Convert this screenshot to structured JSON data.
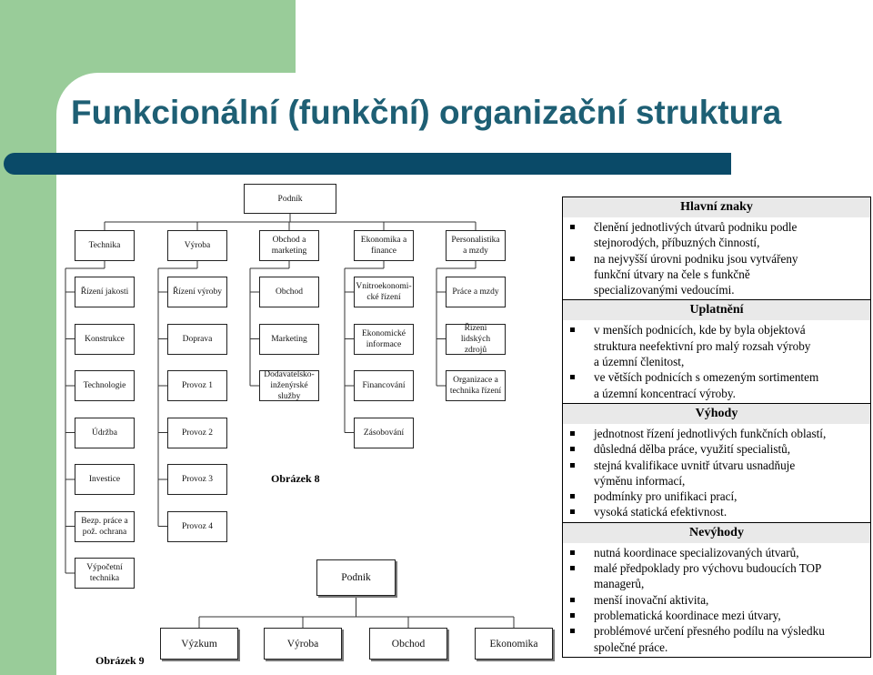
{
  "slide": {
    "title": "Funkcionální (funkční) organizační struktura",
    "colors": {
      "title": "#1e5f74",
      "accent_bar": "#0a4a68",
      "green_block": "#99cc99"
    }
  },
  "figure8": {
    "caption": "Obrázek 8",
    "root": "Podník",
    "columns": [
      {
        "head": [
          "Technika"
        ],
        "items": [
          [
            "Řízení jakosti"
          ],
          [
            "Konstrukce"
          ],
          [
            "Technologie"
          ],
          [
            "Údržba"
          ],
          [
            "Investice"
          ],
          [
            "Bezp. práce a",
            "pož. ochrana"
          ],
          [
            "Výpočetní",
            "technika"
          ]
        ]
      },
      {
        "head": [
          "Výroba"
        ],
        "items": [
          [
            "Řízení výroby"
          ],
          [
            "Doprava"
          ],
          [
            "Provoz 1"
          ],
          [
            "Provoz 2"
          ],
          [
            "Provoz 3"
          ],
          [
            "Provoz 4"
          ]
        ]
      },
      {
        "head": [
          "Obchod a",
          "marketing"
        ],
        "items": [
          [
            "Obchod"
          ],
          [
            "Marketing"
          ],
          [
            "Dodavatelsko-",
            "inženýrské",
            "služby"
          ]
        ]
      },
      {
        "head": [
          "Ekonomika a",
          "finance"
        ],
        "items": [
          [
            "Vnitroekonomi-",
            "cké řízení"
          ],
          [
            "Ekonomické",
            "informace"
          ],
          [
            "Financování"
          ],
          [
            "Zásobování"
          ]
        ]
      },
      {
        "head": [
          "Personalistika",
          "a mzdy"
        ],
        "items": [
          [
            "Práce a mzdy"
          ],
          [
            "Řízení",
            "lidských",
            "zdrojů"
          ],
          [
            "Organizace a",
            "technika řízení"
          ]
        ]
      }
    ]
  },
  "figure9": {
    "caption": "Obrázek 9",
    "root": "Podnik",
    "children": [
      "Výzkum",
      "Výroba",
      "Obchod",
      "Ekonomika"
    ]
  },
  "properties": {
    "sections": [
      {
        "title": "Hlavní znaky",
        "items": [
          [
            "členění jednotlivých útvarů podniku podle",
            "stejnorodých, příbuzných činností,"
          ],
          [
            "na nejvyšší úrovni podniku jsou vytvářeny",
            "funkční útvary na čele s funkčně",
            "specializovanými vedoucími."
          ]
        ]
      },
      {
        "title": "Uplatnění",
        "items": [
          [
            "v menších podnicích, kde by byla objektová",
            "struktura neefektivní pro malý rozsah výroby",
            "a územní členitost,"
          ],
          [
            "ve větších podnicích s omezeným sortimentem",
            "a územní koncentrací výroby."
          ]
        ]
      },
      {
        "title": "Výhody",
        "items": [
          [
            "jednotnost řízení jednotlivých funkčních oblastí,"
          ],
          [
            "důsledná dělba práce, využití specialistů,"
          ],
          [
            "stejná kvalifikace  uvnitř útvaru usnadňuje",
            "výměnu informací,"
          ],
          [
            "podmínky pro unifikaci prací,"
          ],
          [
            "vysoká statická efektivnost."
          ]
        ]
      },
      {
        "title": "Nevýhody",
        "items": [
          [
            "nutná koordinace specializovaných útvarů,"
          ],
          [
            "malé předpoklady pro výchovu budoucích TOP",
            "managerů,"
          ],
          [
            "menší inovační aktivita,"
          ],
          [
            "problematická koordinace mezi útvary,"
          ],
          [
            "problémové určení přesného podílu na výsledku",
            "společné práce."
          ]
        ]
      }
    ]
  }
}
